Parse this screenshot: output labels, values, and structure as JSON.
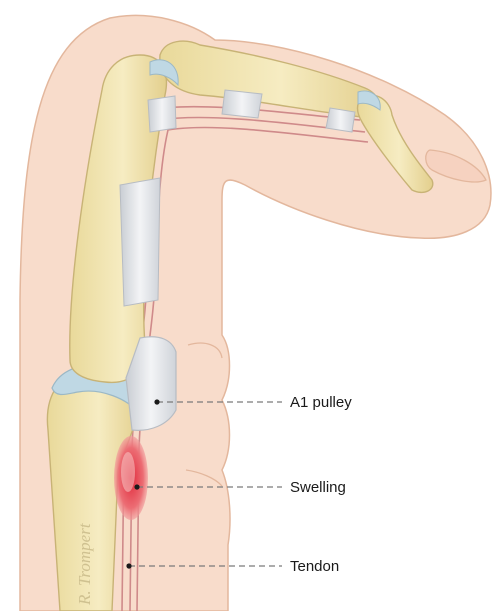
{
  "labels": {
    "a1_pulley": "A1 pulley",
    "swelling": "Swelling",
    "tendon": "Tendon"
  },
  "signature": "R. Trompert",
  "colors": {
    "skin": "#f8dccb",
    "skin_outline": "#e3b79d",
    "bone": "#f2e6b1",
    "bone_outline": "#c8b376",
    "pulley": "#dfe3e8",
    "tendon": "#cf8a8a",
    "swelling": "#e43b4b",
    "cartilage": "#bfd8e4"
  }
}
